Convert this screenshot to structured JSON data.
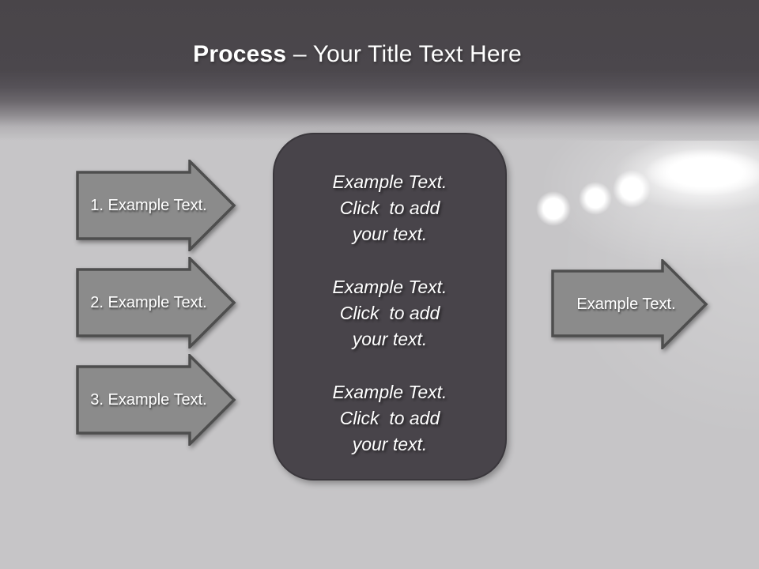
{
  "title": {
    "emphasis": "Process",
    "rest": "– Your Title Text Here"
  },
  "left_arrows": [
    {
      "label": "1. Example Text."
    },
    {
      "label": "2. Example Text."
    },
    {
      "label": "3. Example Text."
    }
  ],
  "center_box": {
    "blocks": [
      {
        "lines": [
          "Example Text.",
          "Click  to add",
          "your text."
        ]
      },
      {
        "lines": [
          "Example Text.",
          "Click  to add",
          "your text."
        ]
      },
      {
        "lines": [
          "Example Text.",
          "Click  to add",
          "your text."
        ]
      }
    ]
  },
  "right_arrow": {
    "label": "Example Text."
  },
  "colors": {
    "header_top": "#494549",
    "body_background": "#c6c5c7",
    "arrow_fill": "#8b8b8b",
    "arrow_border": "#4e4e4e",
    "box_fill": "#48444a",
    "box_border": "#3a373c",
    "text": "#ffffff"
  }
}
